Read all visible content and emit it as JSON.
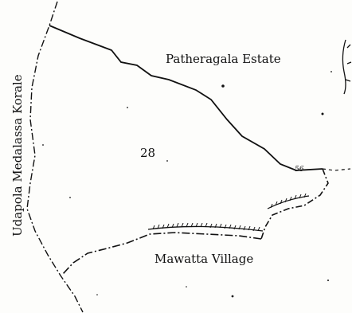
{
  "map": {
    "labels": {
      "estate": "Patheragala Estate",
      "village": "Mawatta Village",
      "korale": "Udapola Medalassa Korale",
      "lot_number": "28",
      "road_mark": "56"
    },
    "colors": {
      "ink": "#111111",
      "paper": "#fdfdfb"
    }
  }
}
